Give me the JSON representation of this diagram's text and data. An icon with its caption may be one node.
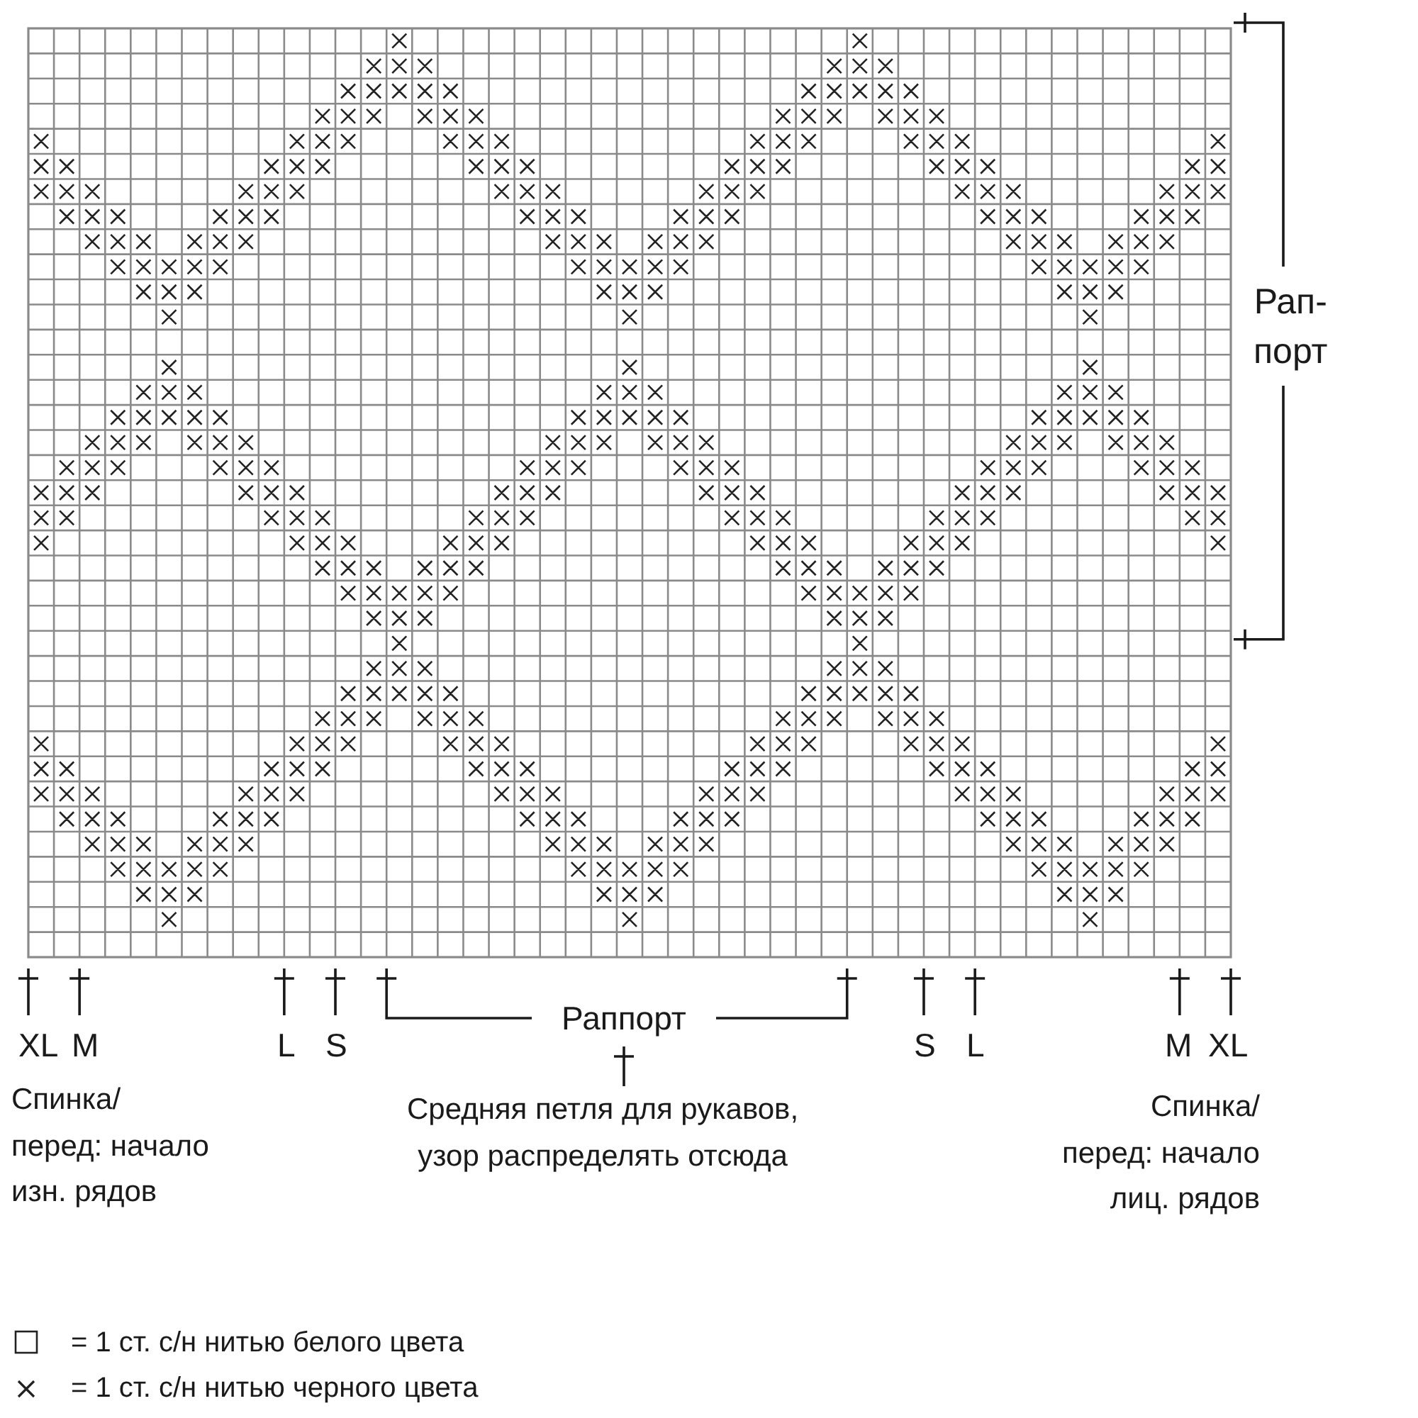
{
  "diagram": {
    "labels": [
      "Рап- порт",
      "XL",
      "M",
      "L",
      "S",
      "Раппорт",
      "S",
      "L",
      "M",
      "XL",
      "Спинка/ перед: начало изн. рядов",
      "Средняя петля для рукавов, узор распределять отсюда",
      "Спинка/ перед: начало лиц. рядов"
    ],
    "legend": [
      {
        "text": "= 1 ст. с/н нитью белого цвета"
      },
      {
        "text": "= 1 ст. с/н нитью черного цвета"
      }
    ]
  }
}
